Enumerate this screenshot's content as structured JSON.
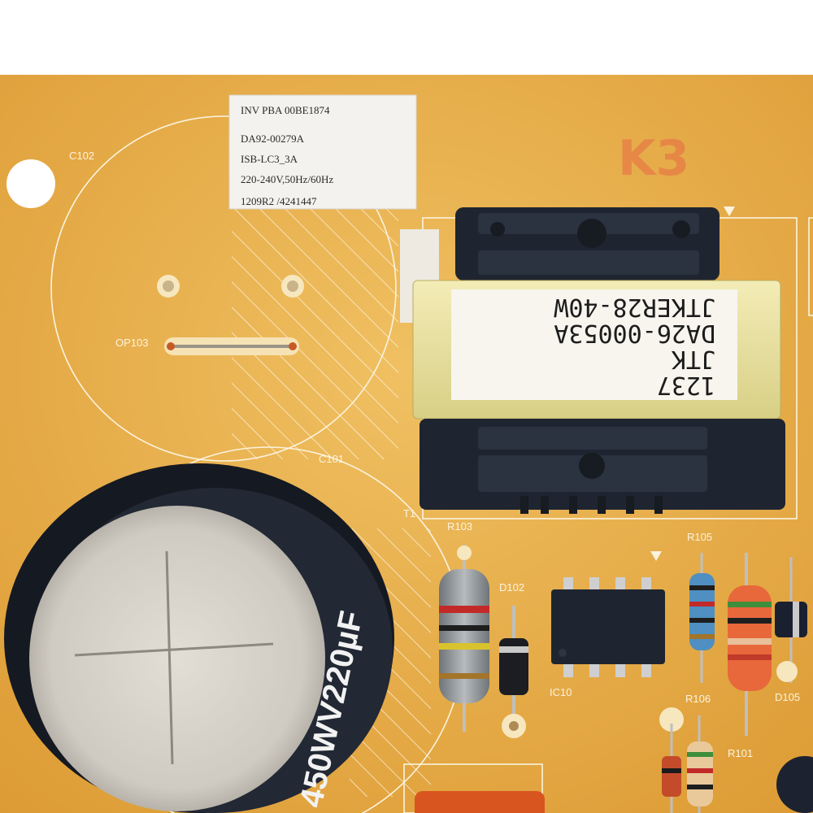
{
  "board": {
    "sticker_lines": [
      "INV PBA  00BE1874",
      "DA92-00279A",
      "ISB-LC3_3A",
      "220-240V,50Hz/60Hz",
      "1209R2 /4241447"
    ],
    "transformer_lines": [
      "1237",
      "JTK",
      "DA26-00053A",
      "JTKER28-40W"
    ],
    "capacitor_marking": "450WV220µF",
    "stamp": "K3",
    "silkscreen": {
      "c102": "C102",
      "op103": "OP103",
      "c101": "C101",
      "t1": "T1",
      "r103": "R103",
      "d102": "D102",
      "ic10": "IC10",
      "r105": "R105",
      "r106": "R106",
      "d105": "D105",
      "r101": "R101"
    }
  },
  "colors": {
    "background": "#ffffff",
    "pcb": "#e3a640",
    "pcb_light": "#f0c062",
    "silkscreen": "#fbf3de",
    "component_dark": "#1f2530",
    "transformer_tape": "#efe6a6",
    "capacitor_body": "#1a1e26",
    "capacitor_top": "#d9d6cf"
  },
  "icons": [
    "mounting-hole-icon",
    "stripe-resistor-icon",
    "diode-icon",
    "ic-chip-icon"
  ]
}
